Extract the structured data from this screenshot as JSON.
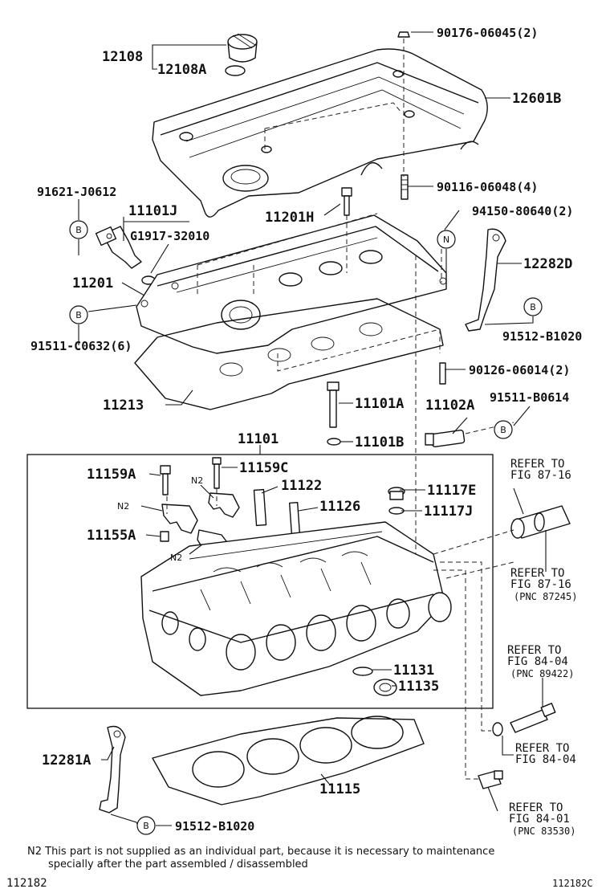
{
  "labels": {
    "p12108": "12108",
    "p12108A": "12108A",
    "p90176": "90176-06045(2)",
    "p12601B": "12601B",
    "p91621": "91621-J0612",
    "p11101J": "11101J",
    "pG1917": "G1917-32010",
    "p11201H": "11201H",
    "p90116": "90116-06048(4)",
    "p94150": "94150-80640(2)",
    "p12282D": "12282D",
    "p11201": "11201",
    "p91512a": "91512-B1020",
    "p91511c": "91511-C0632(6)",
    "p90126": "90126-06014(2)",
    "p11213": "11213",
    "p11101A": "11101A",
    "p11102A": "11102A",
    "p91511b": "91511-B0614",
    "p11101": "11101",
    "p11101B": "11101B",
    "p11159A": "11159A",
    "p11159C": "11159C",
    "p11122": "11122",
    "p11117E": "11117E",
    "p11126": "11126",
    "p11117J": "11117J",
    "p11155A": "11155A",
    "p11131": "11131",
    "p11135": "11135",
    "p12281A": "12281A",
    "p11115": "11115",
    "p91512b": "91512-B1020"
  },
  "tags": {
    "n2": "N2",
    "b": "B",
    "n": "N"
  },
  "refs": {
    "r1_line1": "REFER TO",
    "r1_line2": "FIG 87-16",
    "r2_line1": "REFER TO",
    "r2_line2": "FIG 87-16",
    "r2_pnc": "(PNC 87245)",
    "r3_line1": "REFER TO",
    "r3_line2": "FIG 84-04",
    "r3_pnc": "(PNC 89422)",
    "r4_line1": "REFER TO",
    "r4_line2": "FIG 84-04",
    "r5_line1": "REFER TO",
    "r5_line2": "FIG 84-01",
    "r5_pnc": "(PNC 83530)"
  },
  "note": {
    "line1": "N2  This part is not supplied as an individual part, because it is necessary to maintenance",
    "line2": "specially after the part assembled / disassembled"
  },
  "footer": {
    "left_code": "112182",
    "right_code": "112182C"
  }
}
